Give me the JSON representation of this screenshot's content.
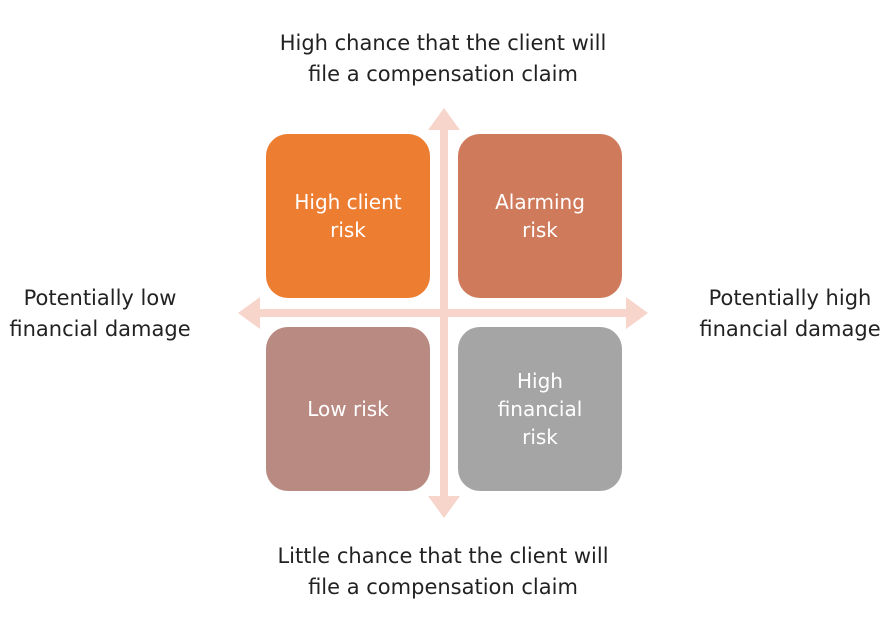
{
  "axes": {
    "top": [
      "High chance that the client will",
      "file a compensation claim"
    ],
    "bottom": [
      "Little chance that the client will",
      "file a compensation claim"
    ],
    "left": [
      "Potentially low",
      "financial damage"
    ],
    "right": [
      "Potentially high",
      "financial damage"
    ]
  },
  "quadrants": {
    "top_left": {
      "lines": [
        "High client",
        "risk"
      ],
      "color": "#ED7D31"
    },
    "top_right": {
      "lines": [
        "Alarming",
        "risk"
      ],
      "color": "#D07A5C"
    },
    "bottom_left": {
      "lines": [
        "Low risk"
      ],
      "color": "#B88A82"
    },
    "bottom_right": {
      "lines": [
        "High",
        "financial",
        "risk"
      ],
      "color": "#A5A5A5"
    }
  },
  "arrow_color": "#F8D5CB"
}
